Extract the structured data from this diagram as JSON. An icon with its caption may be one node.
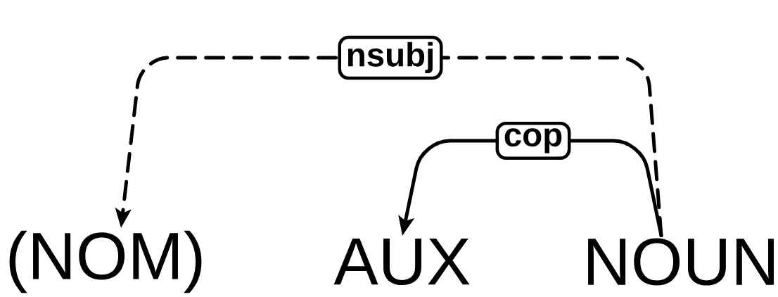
{
  "diagram": {
    "nodes": [
      {
        "text": [
          "(NOM)"
        ]
      },
      {
        "text": [
          "AUX"
        ]
      },
      {
        "text": [
          "NOUN"
        ]
      }
    ],
    "edges": [
      {
        "from": 2,
        "to": 0,
        "arrow": "to",
        "label": "nsubj",
        "style": "dashed"
      },
      {
        "from": 2,
        "to": 1,
        "arrow": "to",
        "label": "cop"
      }
    ]
  }
}
